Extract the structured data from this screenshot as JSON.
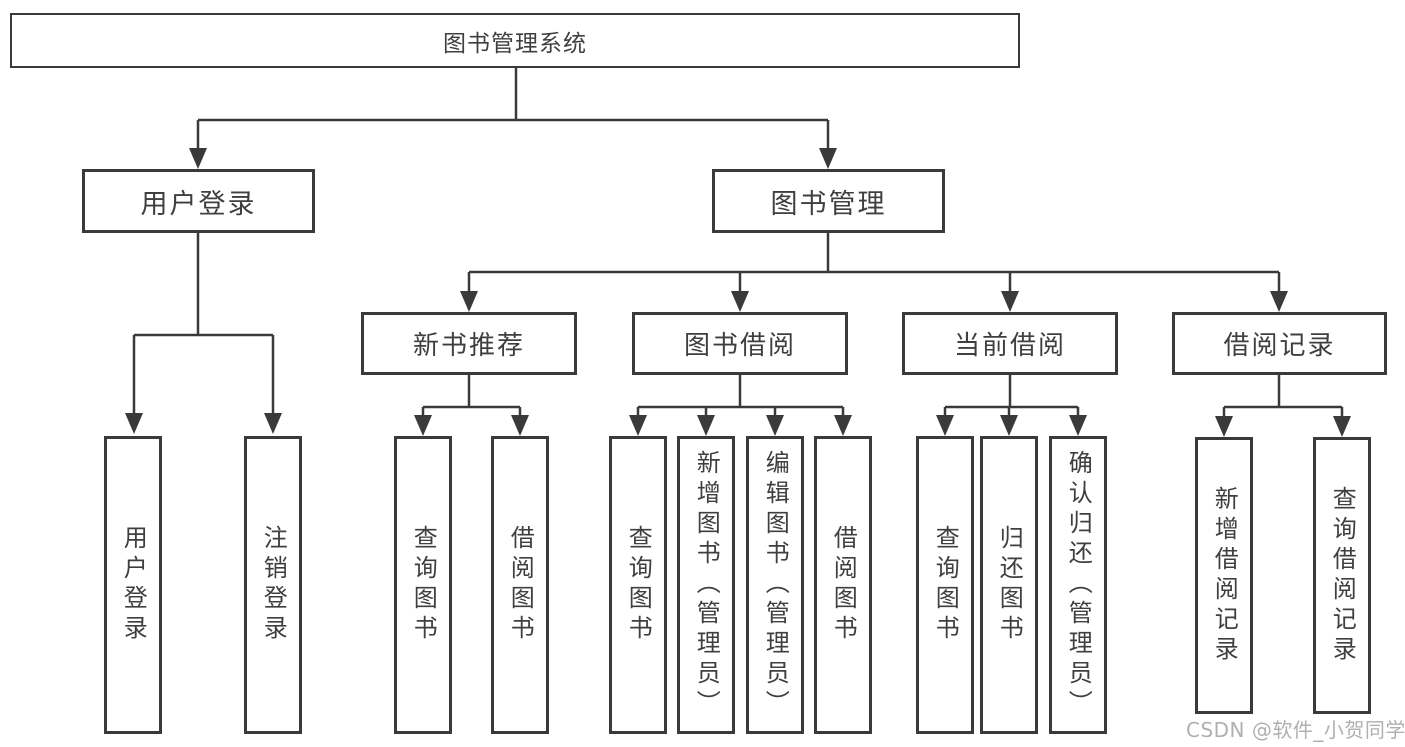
{
  "diagram_title": "图书管理系统",
  "nodes": {
    "root": "图书管理系统",
    "user_login": "用户登录",
    "book_mgmt": "图书管理",
    "new_book_rec": "新书推荐",
    "book_borrow": "图书借阅",
    "current_borrow": "当前借阅",
    "borrow_records": "借阅记录",
    "leaf_user_login": "用户登录",
    "leaf_logout": "注销登录",
    "leaf_query_books_1": "查询图书",
    "leaf_borrow_books_1": "借阅图书",
    "leaf_query_books_2": "查询图书",
    "leaf_add_book_admin": "新增图书（管理员）",
    "leaf_edit_book_admin": "编辑图书（管理员）",
    "leaf_borrow_books_2": "借阅图书",
    "leaf_query_books_3": "查询图书",
    "leaf_return_books": "归还图书",
    "leaf_confirm_return_admin": "确认归还（管理员）",
    "leaf_add_borrow_record": "新增借阅记录",
    "leaf_query_borrow_record": "查询借阅记录"
  },
  "edges": [
    [
      "图书管理系统",
      "用户登录"
    ],
    [
      "图书管理系统",
      "图书管理"
    ],
    [
      "用户登录",
      "用户登录"
    ],
    [
      "用户登录",
      "注销登录"
    ],
    [
      "图书管理",
      "新书推荐"
    ],
    [
      "图书管理",
      "图书借阅"
    ],
    [
      "图书管理",
      "当前借阅"
    ],
    [
      "图书管理",
      "借阅记录"
    ],
    [
      "新书推荐",
      "查询图书"
    ],
    [
      "新书推荐",
      "借阅图书"
    ],
    [
      "图书借阅",
      "查询图书"
    ],
    [
      "图书借阅",
      "新增图书（管理员）"
    ],
    [
      "图书借阅",
      "编辑图书（管理员）"
    ],
    [
      "图书借阅",
      "借阅图书"
    ],
    [
      "当前借阅",
      "查询图书"
    ],
    [
      "当前借阅",
      "归还图书"
    ],
    [
      "当前借阅",
      "确认归还（管理员）"
    ],
    [
      "借阅记录",
      "新增借阅记录"
    ],
    [
      "借阅记录",
      "查询借阅记录"
    ]
  ],
  "watermark": {
    "text": "CSDN @软件_小贺同学"
  },
  "colors": {
    "line": "#3a3a3a",
    "text": "#3f3f3f",
    "watermark": "#b0b0b0",
    "background": "#ffffff"
  }
}
